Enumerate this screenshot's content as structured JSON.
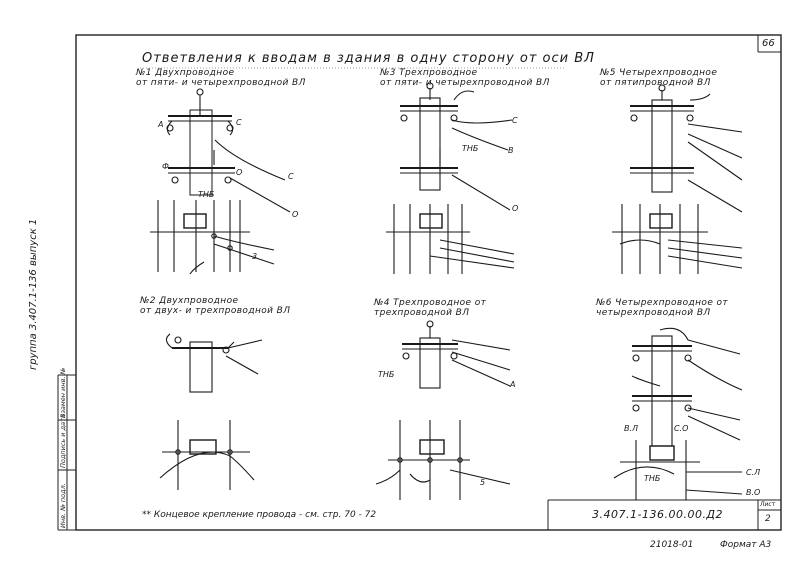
{
  "sheet": {
    "title": "Ответвления к вводам в здания в одну сторону от оси ВЛ",
    "page_number": "66",
    "side_note": "группа 3.407.1-136 выпуск 1",
    "stamp_inv_no": "Инв. № подл.",
    "stamp_sign_date": "Подпись и дата",
    "stamp_replace": "Взамен инв. №",
    "footnote": "Концевое крепление провода - см. стр. 70 - 72",
    "footnote_mark": "**",
    "doc_code": "3.407.1-136.00.00.Д2",
    "list_label": "Лист",
    "list_number": "2",
    "bottom_code": "21018-01",
    "format": "Формат А3"
  },
  "diagrams": [
    {
      "id": "1",
      "num": "№1",
      "title": "Двухпроводное",
      "subtitle": "от пяти- и четырехпроводной ВЛ"
    },
    {
      "id": "2",
      "num": "№2",
      "title": "Двухпроводное",
      "subtitle": "от двух- и трехпроводной ВЛ"
    },
    {
      "id": "3",
      "num": "№3",
      "title": "Трехпроводное",
      "subtitle": "от пяти- и четырехпроводной ВЛ"
    },
    {
      "id": "4",
      "num": "№4",
      "title": "Трехпроводное от",
      "subtitle": "трехпроводной ВЛ"
    },
    {
      "id": "5",
      "num": "№5",
      "title": "Четырехпроводное",
      "subtitle": "от пятипроводной ВЛ"
    },
    {
      "id": "6",
      "num": "№6",
      "title": "Четырехпроводное от",
      "subtitle": "четырехпроводной ВЛ"
    }
  ],
  "labels": {
    "A": "А",
    "B": "В",
    "C": "С",
    "F": "Ф",
    "O": "О",
    "three": "3",
    "five": "5",
    "tnb": "ТНБ",
    "vl": "В.Л",
    "co": "С.О",
    "cl": "С.Л",
    "bo": "В.О"
  }
}
